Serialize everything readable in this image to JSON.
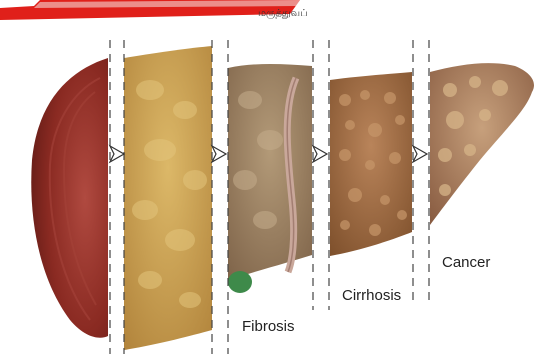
{
  "header": {
    "tamil_text": "மருத்துவப்"
  },
  "stages": [
    {
      "id": "healthy",
      "label": ""
    },
    {
      "id": "fatty",
      "label": ""
    },
    {
      "id": "fibrosis",
      "label": "Fibrosis"
    },
    {
      "id": "cirrhosis",
      "label": "Cirrhosis"
    },
    {
      "id": "cancer",
      "label": "Cancer"
    }
  ],
  "colors": {
    "banner_red": "#e0201a",
    "healthy_liver": "#8a2a22",
    "fatty_liver": "#c69a45",
    "fibrosis_liver": "#9c7e5c",
    "cirrhosis_liver": "#9c6a3c",
    "cancer_liver": "#a47a5c",
    "gallbladder": "#3e8a4a"
  },
  "icons": [
    "arrow-right-icon"
  ]
}
